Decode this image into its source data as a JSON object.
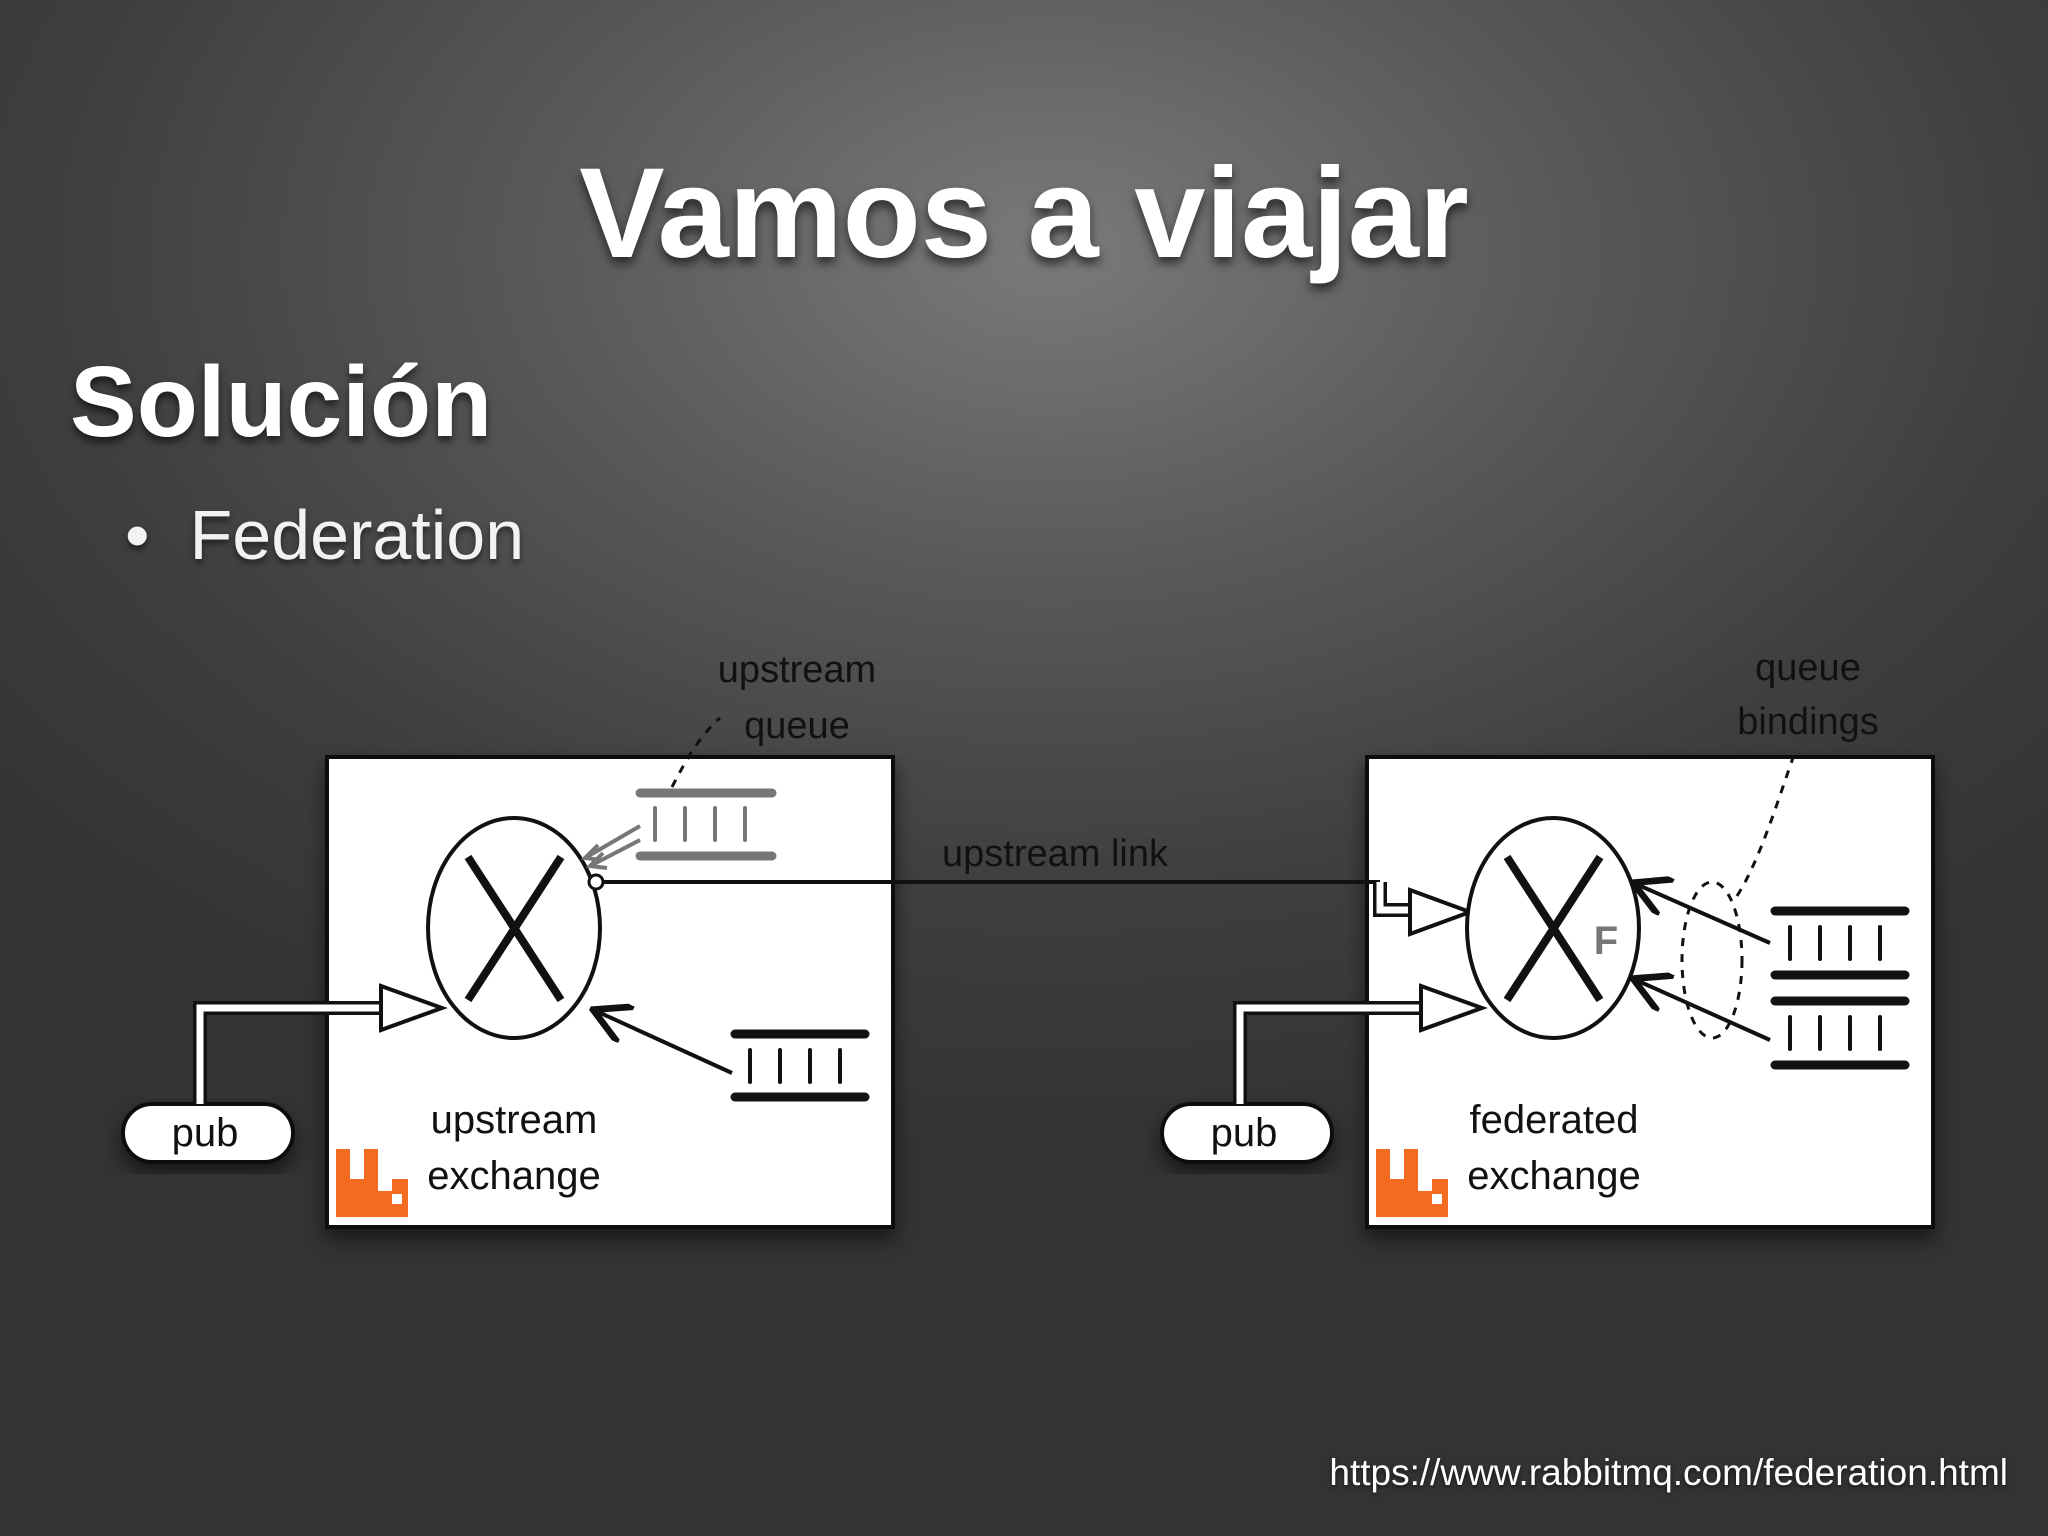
{
  "slide": {
    "title": "Vamos a viajar",
    "subtitle": "Solución",
    "bullets": [
      {
        "marker": "•",
        "text": "Federation"
      }
    ],
    "source_url": "https://www.rabbitmq.com/federation.html"
  },
  "diagram": {
    "left_broker": {
      "name_line1": "upstream",
      "name_line2": "exchange",
      "publisher": "pub",
      "queue_label_line1": "upstream",
      "queue_label_line2": "queue"
    },
    "link_label": "upstream link",
    "right_broker": {
      "name_line1": "federated",
      "name_line2": "exchange",
      "publisher": "pub",
      "bindings_label_line1": "queue",
      "bindings_label_line2": "bindings",
      "exchange_badge": "F"
    },
    "logo_icon": "rabbitmq-logo-icon",
    "colors": {
      "box": "#ffffff",
      "ink": "#111111",
      "upstream_queue": "#777777",
      "logo": "#f26b21"
    }
  }
}
